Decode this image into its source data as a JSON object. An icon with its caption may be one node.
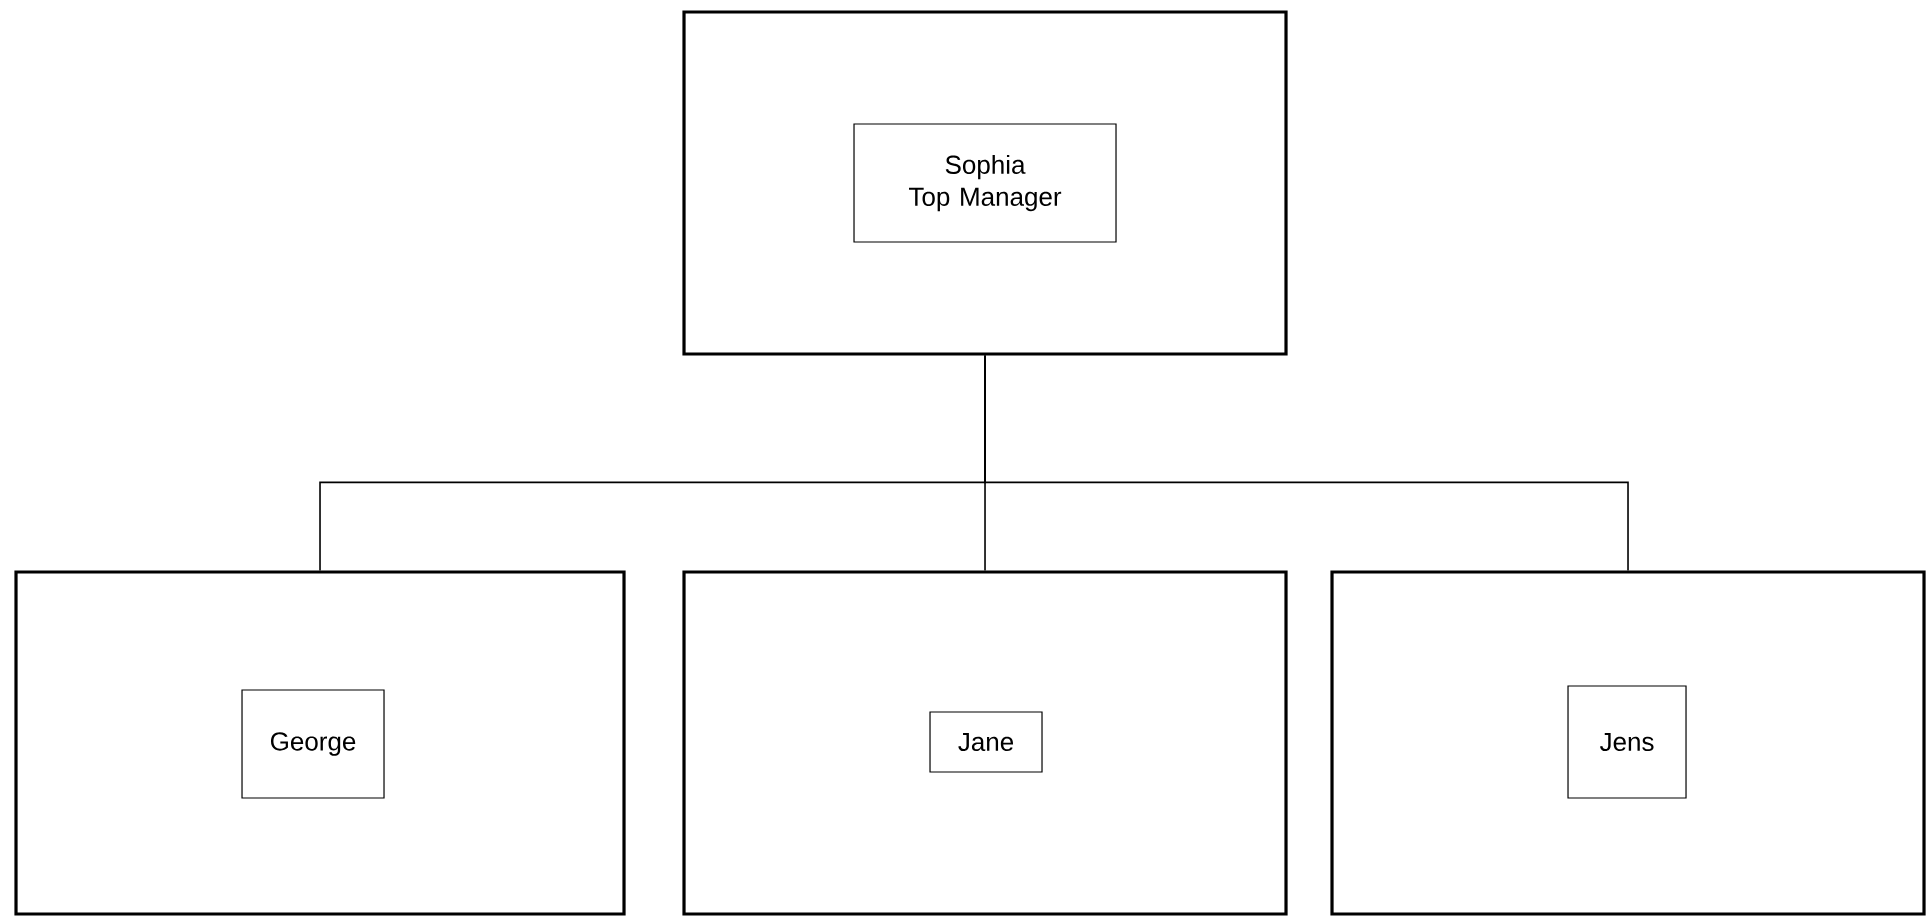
{
  "diagram": {
    "nodes": [
      {
        "text": [],
        "shape": "box"
      },
      {
        "text": [
          "Sophia",
          "Top Manager"
        ],
        "in": 0
      },
      {
        "text": [],
        "shape": "box"
      },
      {
        "text": [
          "George"
        ],
        "in": 2
      },
      {
        "text": [],
        "shape": "box"
      },
      {
        "text": [
          "Jane"
        ],
        "in": 4
      },
      {
        "text": [],
        "shape": "box"
      },
      {
        "text": [
          "Jens"
        ],
        "in": 6
      }
    ],
    "edges": [
      {
        "from": 0,
        "to": 2,
        "arrow": "none"
      },
      {
        "from": 0,
        "to": 4,
        "arrow": "none"
      },
      {
        "from": 0,
        "to": 6,
        "arrow": "none"
      }
    ]
  }
}
